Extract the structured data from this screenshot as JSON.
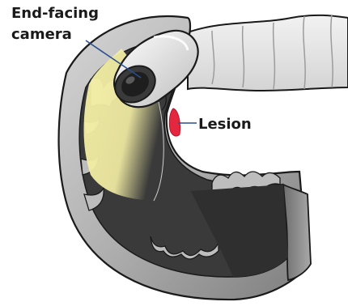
{
  "labels": {
    "camera_line1": "End-facing",
    "camera_line2": "camera",
    "lesion": "Lesion"
  },
  "colors": {
    "wall": "#9a9a9a",
    "wall_light": "#c8c8c8",
    "cavity": "#3a3a3a",
    "light_beam": "#f4f0a0",
    "capsule_body": "#e6e6e6",
    "capsule_window": "#1e1e1e",
    "lesion": "#e4273f",
    "leader_line": "#2a4f8f",
    "outline": "#1a1a1a"
  }
}
